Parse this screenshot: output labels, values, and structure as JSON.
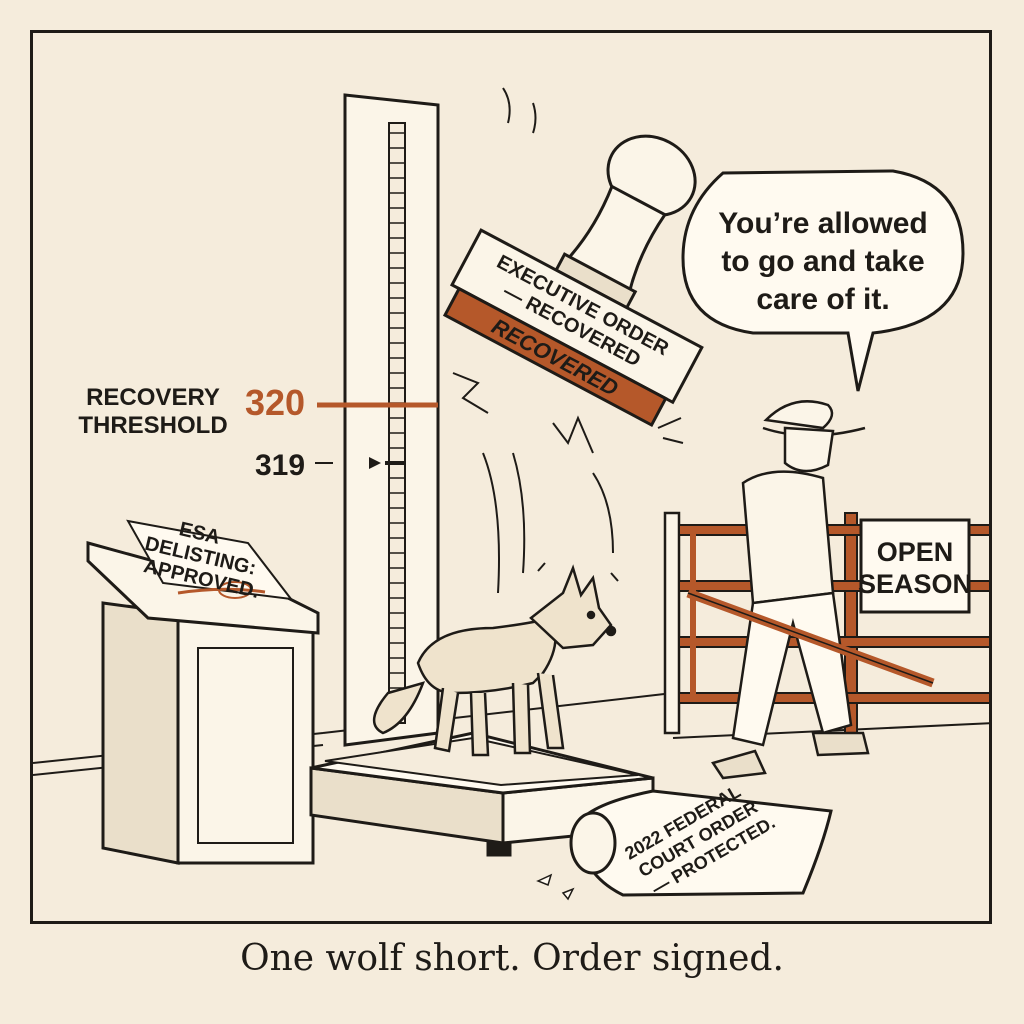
{
  "comic": {
    "caption": "One wolf short. Order signed.",
    "speech_bubble": {
      "line1": "You’re allowed",
      "line2": "to go and take",
      "line3": "care of it."
    },
    "threshold": {
      "label_line1": "RECOVERY",
      "label_line2": "THRESHOLD",
      "value": "320",
      "current": "319"
    },
    "stamp": {
      "handle_line1": "EXECUTIVE ORDER",
      "handle_line2": "— RECOVERED",
      "pad": "RECOVERED"
    },
    "podium_paper": {
      "line1": "ESA",
      "line2": "DELISTING:",
      "line3": "APPROVED."
    },
    "sign": {
      "line1": "OPEN",
      "line2": "SEASON"
    },
    "scroll": {
      "line1": "2022 FEDERAL",
      "line2": "COURT ORDER",
      "line3": "— PROTECTED."
    }
  },
  "colors": {
    "accent": "#b5582a",
    "ink": "#1e1b17",
    "paper": "#f5ecdc"
  }
}
